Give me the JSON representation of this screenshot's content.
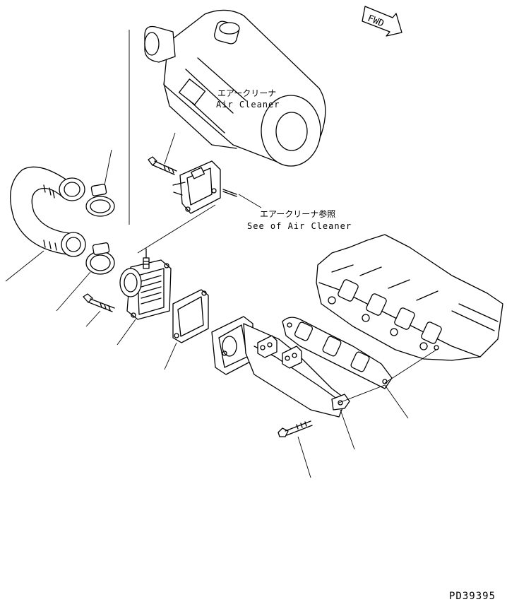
{
  "fwd_label": "FWD",
  "air_cleaner": {
    "jp": "エアークリーナ",
    "en": "Air Cleaner"
  },
  "see_ref": {
    "jp": "エアークリーナ参照",
    "en": "See of Air Cleaner"
  },
  "drawing_number": "PD39395",
  "colors": {
    "line": "#000000",
    "background": "#ffffff"
  }
}
